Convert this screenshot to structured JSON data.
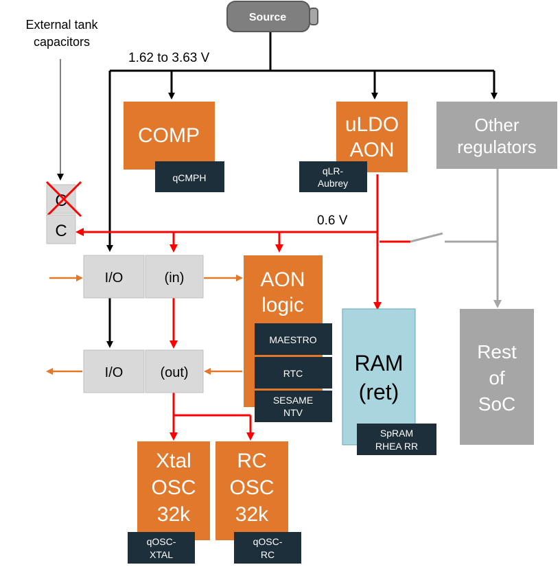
{
  "colors": {
    "orange": "#E2782B",
    "dark_label": "#1D2F3A",
    "gray_block": "#A6A6A6",
    "light_gray": "#D9D9D9",
    "ram_blue": "#A9D5DE",
    "red": "#FF0000",
    "black": "#000000",
    "orange_arrow": "#E2782B",
    "gray_line": "#A6A6A6"
  },
  "source": {
    "label": "Source",
    "icon": "battery-icon"
  },
  "annotations": {
    "external_tank": [
      "External tank",
      "capacitors"
    ],
    "supply_range": "1.62 to 3.63 V",
    "aon_voltage": "0.6 V"
  },
  "blocks": {
    "comp": {
      "label": "COMP",
      "tag": "qCMPH"
    },
    "uldo": {
      "lines": [
        "uLDO",
        "AON"
      ],
      "tag": [
        "qLR-",
        "Aubrey"
      ]
    },
    "other_regulators": {
      "lines": [
        "Other",
        "regulators"
      ]
    },
    "cap_removed": {
      "label": "C",
      "icon": "cross-icon"
    },
    "cap": {
      "label": "C"
    },
    "io_in": {
      "left": "I/O",
      "right": "(in)"
    },
    "io_out": {
      "left": "I/O",
      "right": "(out)"
    },
    "aon_logic": {
      "lines": [
        "AON",
        "logic"
      ],
      "tags": [
        "MAESTRO",
        "RTC",
        "SESAME NTV"
      ]
    },
    "ram": {
      "lines": [
        "RAM",
        "(ret)"
      ],
      "tag": [
        "SpRAM",
        "RHEA RR"
      ]
    },
    "rest_soc": {
      "lines": [
        "Rest",
        "of",
        "SoC"
      ]
    },
    "xtal": {
      "lines": [
        "Xtal",
        "OSC",
        "32k"
      ],
      "tag": [
        "qOSC-",
        "XTAL"
      ]
    },
    "rc": {
      "lines": [
        "RC",
        "OSC",
        "32k"
      ],
      "tag": [
        "qOSC-",
        "RC"
      ]
    }
  }
}
